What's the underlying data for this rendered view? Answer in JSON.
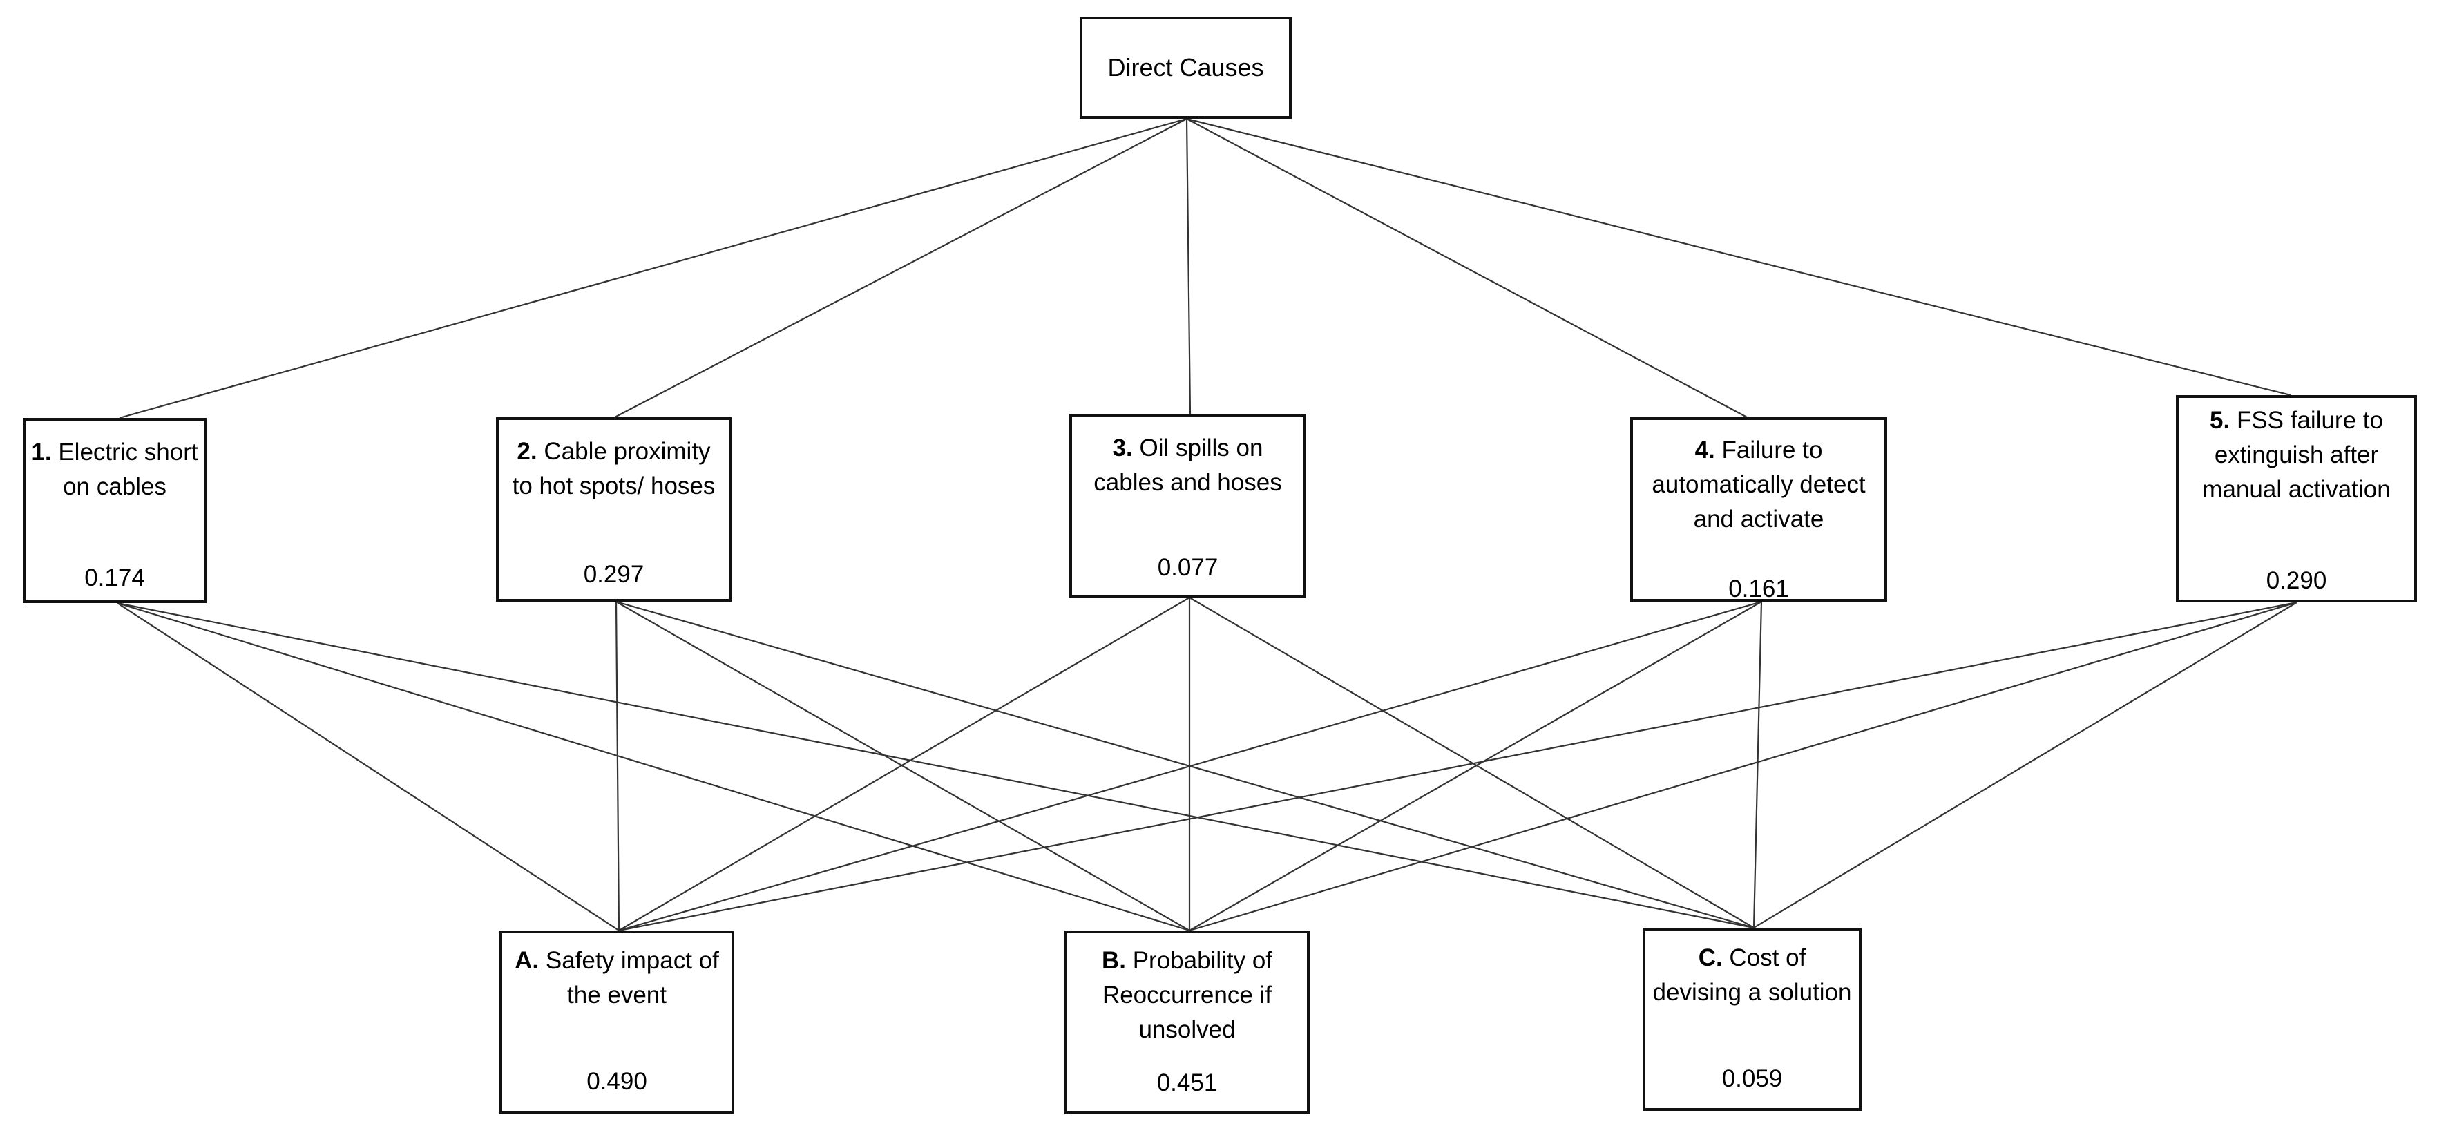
{
  "root": {
    "label": "Direct Causes"
  },
  "causes": [
    {
      "num": "1.",
      "text": "Electric short on cables",
      "value": "0.174"
    },
    {
      "num": "2.",
      "text": "Cable proximity to hot spots/ hoses",
      "value": "0.297"
    },
    {
      "num": "3.",
      "text": "Oil spills on cables and hoses",
      "value": "0.077"
    },
    {
      "num": "4.",
      "text": "Failure to automatically detect and activate",
      "value": "0.161"
    },
    {
      "num": "5.",
      "text": "FSS failure to extinguish after manual activation",
      "value": "0.290"
    }
  ],
  "criteria": [
    {
      "num": "A.",
      "text": "Safety impact of the event",
      "value": "0.490"
    },
    {
      "num": "B.",
      "text": "Probability of Reoccurrence if unsolved",
      "value": "0.451"
    },
    {
      "num": "C.",
      "text": "Cost  of devising a solution",
      "value": "0.059"
    }
  ],
  "line_color": "#333333",
  "border_color": "#111111"
}
